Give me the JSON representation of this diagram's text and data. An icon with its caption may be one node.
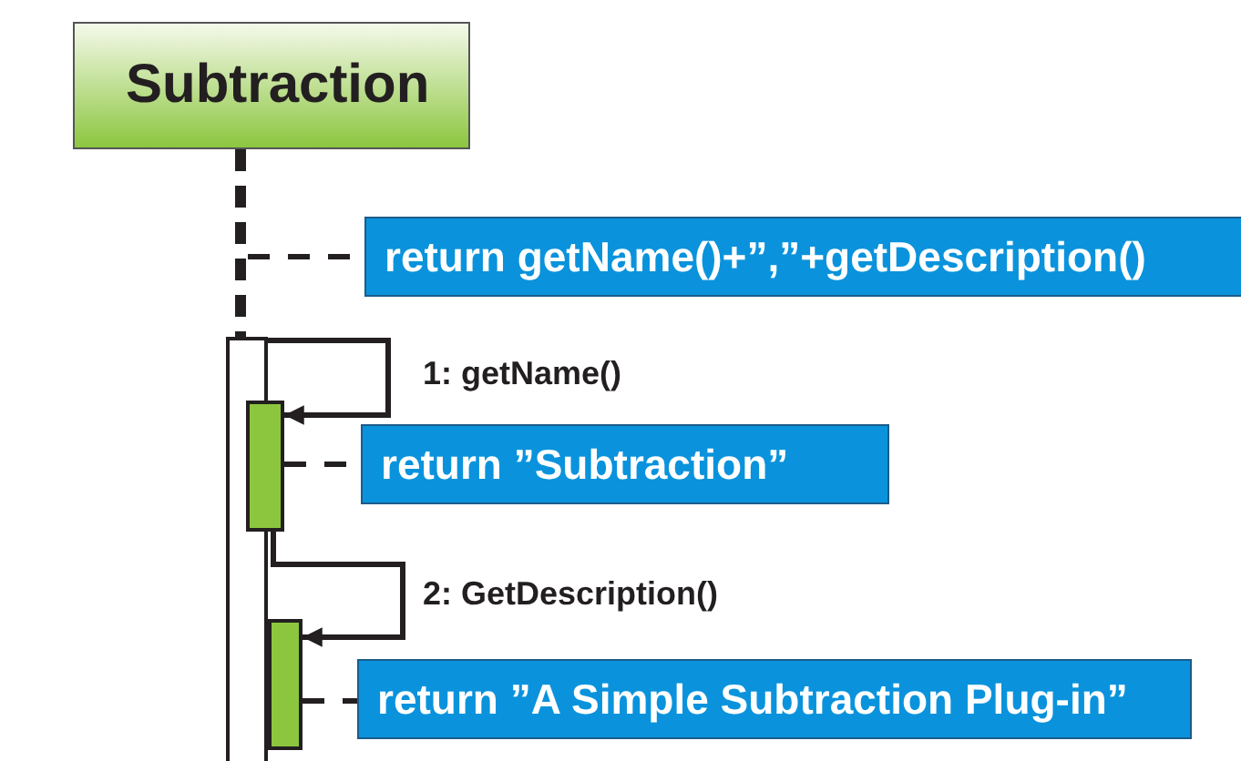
{
  "diagram": {
    "nodes": [
      {
        "text": [
          "Subtraction"
        ]
      },
      {
        "text": [],
        "shape": "bar"
      },
      {
        "text": [],
        "shape": "bar"
      },
      {
        "text": [],
        "shape": "bar"
      },
      {
        "text": [
          "return getName()+”,”+getDescription()"
        ]
      },
      {
        "text": [
          "return ”Subtraction”"
        ]
      },
      {
        "text": [
          "return ”A Simple Subtraction Plug-in”"
        ]
      }
    ],
    "edges": [
      {
        "from": 0,
        "to": 1,
        "arrow": "none",
        "style": "dashed"
      },
      {
        "from": null,
        "to": 4,
        "arrow": "none",
        "style": "dashed"
      },
      {
        "from": 1,
        "to": 2,
        "arrow": "to",
        "label": "1: getName()"
      },
      {
        "from": 2,
        "to": 5,
        "arrow": "none",
        "style": "dashed"
      },
      {
        "from": 2,
        "to": 3,
        "arrow": "to",
        "label": "2: GetDescription()"
      },
      {
        "from": 3,
        "to": 6,
        "arrow": "none",
        "style": "dashed"
      }
    ]
  }
}
